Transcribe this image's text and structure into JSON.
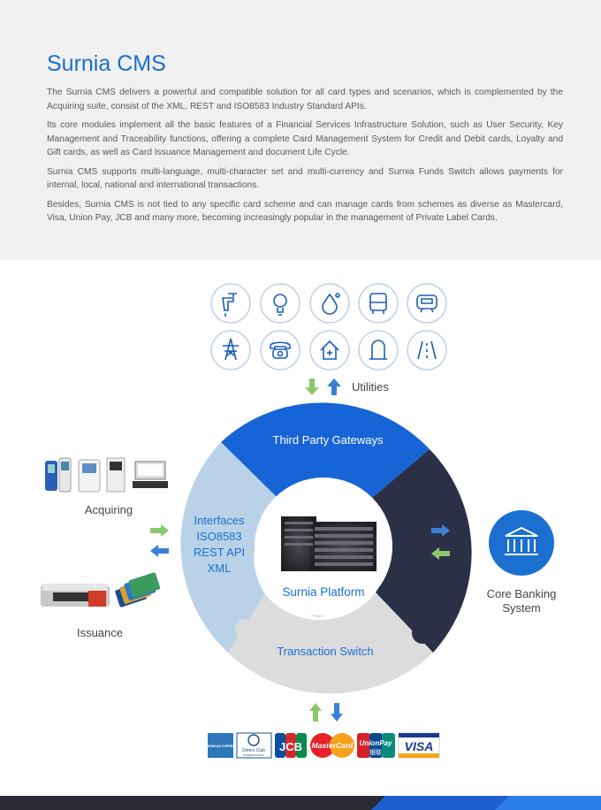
{
  "header": {
    "title": "Surnia CMS",
    "paragraphs": [
      "The Surnia CMS delivers a powerful and compatible solution for all card types and scenarios, which is complemented by the Acquiring suite, consist of the XML, REST and ISO8583 Industry Standard APIs.",
      "Its core modules implement all the basic features of a Financial Services Infrastructure Solution, such as User Security, Key Management and Traceability functions, offering a complete Card Management System for Credit and Debit cards, Loyalty and Gift cards, as well as Card Issuance Management and document Life Cycle.",
      "Surnia CMS supports multi-language, multi-character set and multi-currency and Surnia Funds Switch allows payments for internal, local, national and international transactions.",
      "Besides, Surnia CMS is not tied to any specific card scheme and can manage cards from schemes as diverse as Mastercard, Visa, Union Pay, JCB and many more, becoming increasingly popular in the management of Private Label Cards."
    ]
  },
  "diagram": {
    "utilities_label": "Utilities",
    "acquiring_label": "Acquiring",
    "issuance_label": "Issuance",
    "core_banking_label_line1": "Core Banking",
    "core_banking_label_line2": "System",
    "segment_top": "Third Party Gateways",
    "segment_left_line1": "Interfaces",
    "segment_left_line2": "ISO8583",
    "segment_left_line3": "REST API",
    "segment_left_line4": "XML",
    "segment_bottom": "Transaction Switch",
    "center_label": "Surnia Platform",
    "utility_icons_row1": [
      "faucet-icon",
      "lightbulb-icon",
      "water-drop-icon",
      "bus-icon",
      "tram-icon"
    ],
    "utility_icons_row2": [
      "power-tower-icon",
      "telephone-icon",
      "house-plus-icon",
      "gas-tank-icon",
      "road-icon"
    ],
    "colors": {
      "top_segment": "#1664d6",
      "right_segment": "#2c3047",
      "left_segment": "#b9d2e8",
      "bottom_segment": "#dcdcdc",
      "accent_blue": "#1a6fd1",
      "arrow_green": "#8cc66b",
      "arrow_blue": "#3b7fd6"
    }
  },
  "card_schemes": {
    "amex": "AMERICAN EXPRESS",
    "diners_line1": "Diners Club",
    "diners_line2": "INTERNATIONAL",
    "jcb": "JCB",
    "mastercard": "MasterCard",
    "unionpay_line1": "UnionPay",
    "unionpay_line2": "银联",
    "visa": "VISA"
  }
}
